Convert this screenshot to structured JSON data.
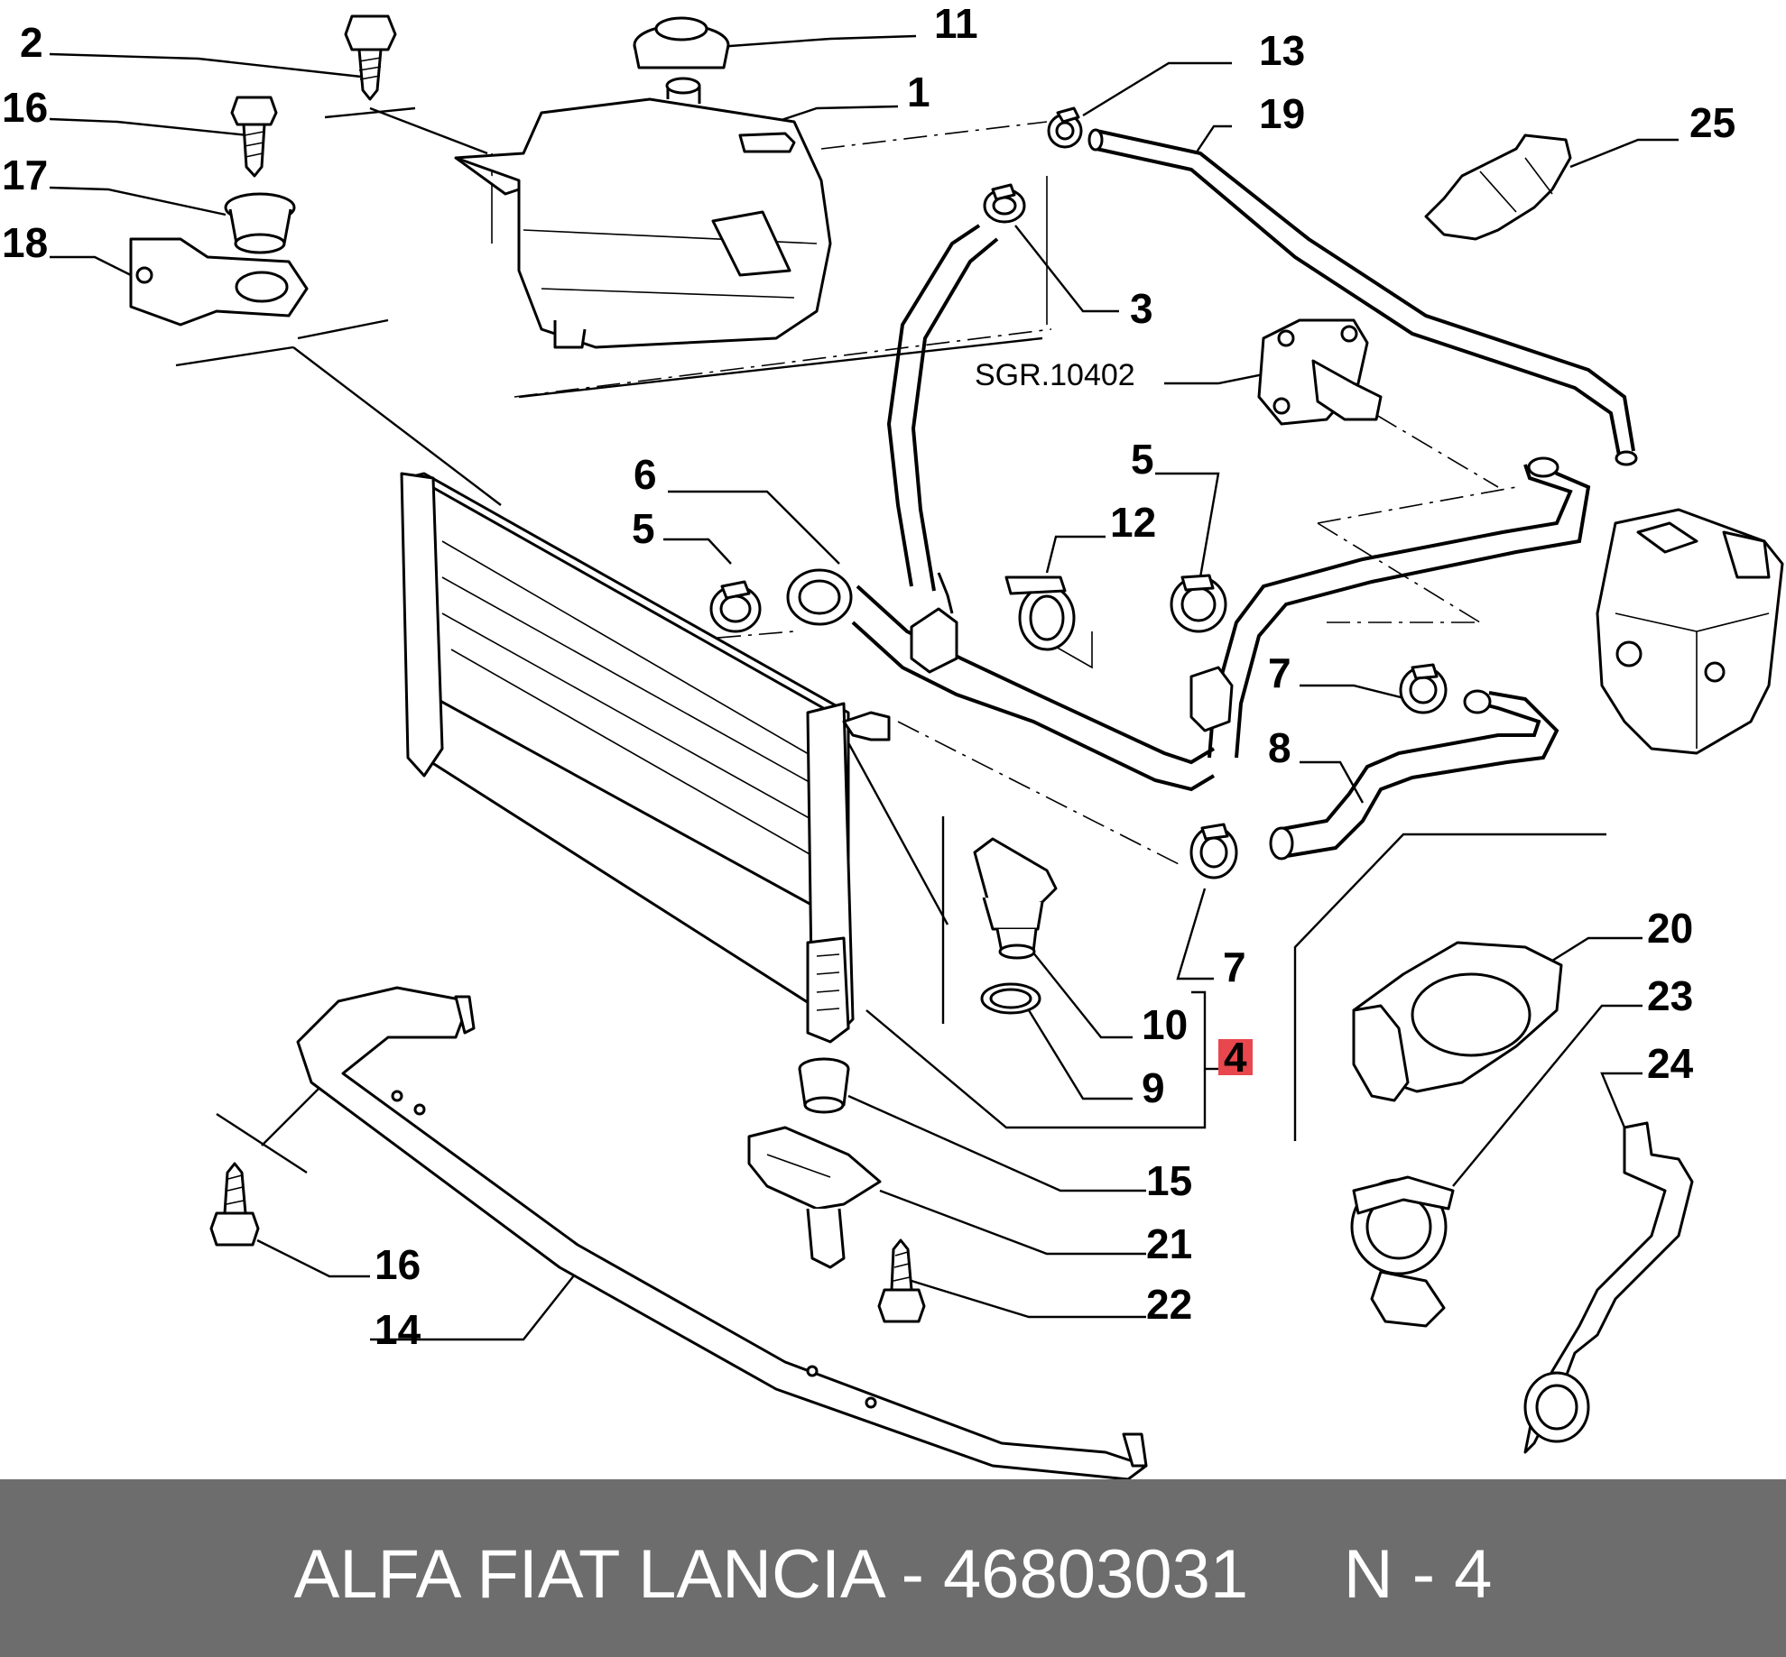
{
  "diagram": {
    "labels": [
      {
        "id": "2",
        "text": "2"
      },
      {
        "id": "16a",
        "text": "16"
      },
      {
        "id": "17",
        "text": "17"
      },
      {
        "id": "18",
        "text": "18"
      },
      {
        "id": "11",
        "text": "11"
      },
      {
        "id": "1",
        "text": "1"
      },
      {
        "id": "13",
        "text": "13"
      },
      {
        "id": "19",
        "text": "19"
      },
      {
        "id": "25",
        "text": "25"
      },
      {
        "id": "3",
        "text": "3"
      },
      {
        "id": "sgr",
        "text": "SGR.10402"
      },
      {
        "id": "6",
        "text": "6"
      },
      {
        "id": "5a",
        "text": "5"
      },
      {
        "id": "5b",
        "text": "5"
      },
      {
        "id": "12",
        "text": "12"
      },
      {
        "id": "7a",
        "text": "7"
      },
      {
        "id": "8",
        "text": "8"
      },
      {
        "id": "7b",
        "text": "7"
      },
      {
        "id": "10",
        "text": "10"
      },
      {
        "id": "9",
        "text": "9"
      },
      {
        "id": "4",
        "text": "4"
      },
      {
        "id": "20",
        "text": "20"
      },
      {
        "id": "23",
        "text": "23"
      },
      {
        "id": "24",
        "text": "24"
      },
      {
        "id": "15",
        "text": "15"
      },
      {
        "id": "21",
        "text": "21"
      },
      {
        "id": "22",
        "text": "22"
      },
      {
        "id": "16b",
        "text": "16"
      },
      {
        "id": "14",
        "text": "14"
      }
    ],
    "highlight_color": "#e8474e"
  },
  "footer": {
    "title": "ALFA FIAT LANCIA - 46803031     N - 4",
    "background": "#6d6d6e"
  }
}
